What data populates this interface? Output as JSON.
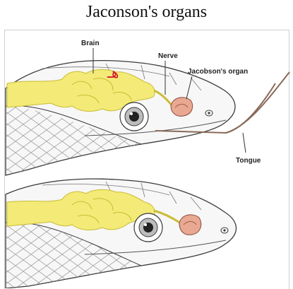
{
  "title": "Jaconson's organs",
  "labels": {
    "brain": "Brain",
    "nerve": "Nerve",
    "jacobson": "Jacobson's organ",
    "tongue": "Tongue"
  },
  "annotation": "هـ",
  "colors": {
    "brain": "#f3ea77",
    "brain_dark": "#d8cc3e",
    "organ": "#e8a892",
    "annotation": "#d4102a",
    "outline": "#3a3a3a"
  }
}
